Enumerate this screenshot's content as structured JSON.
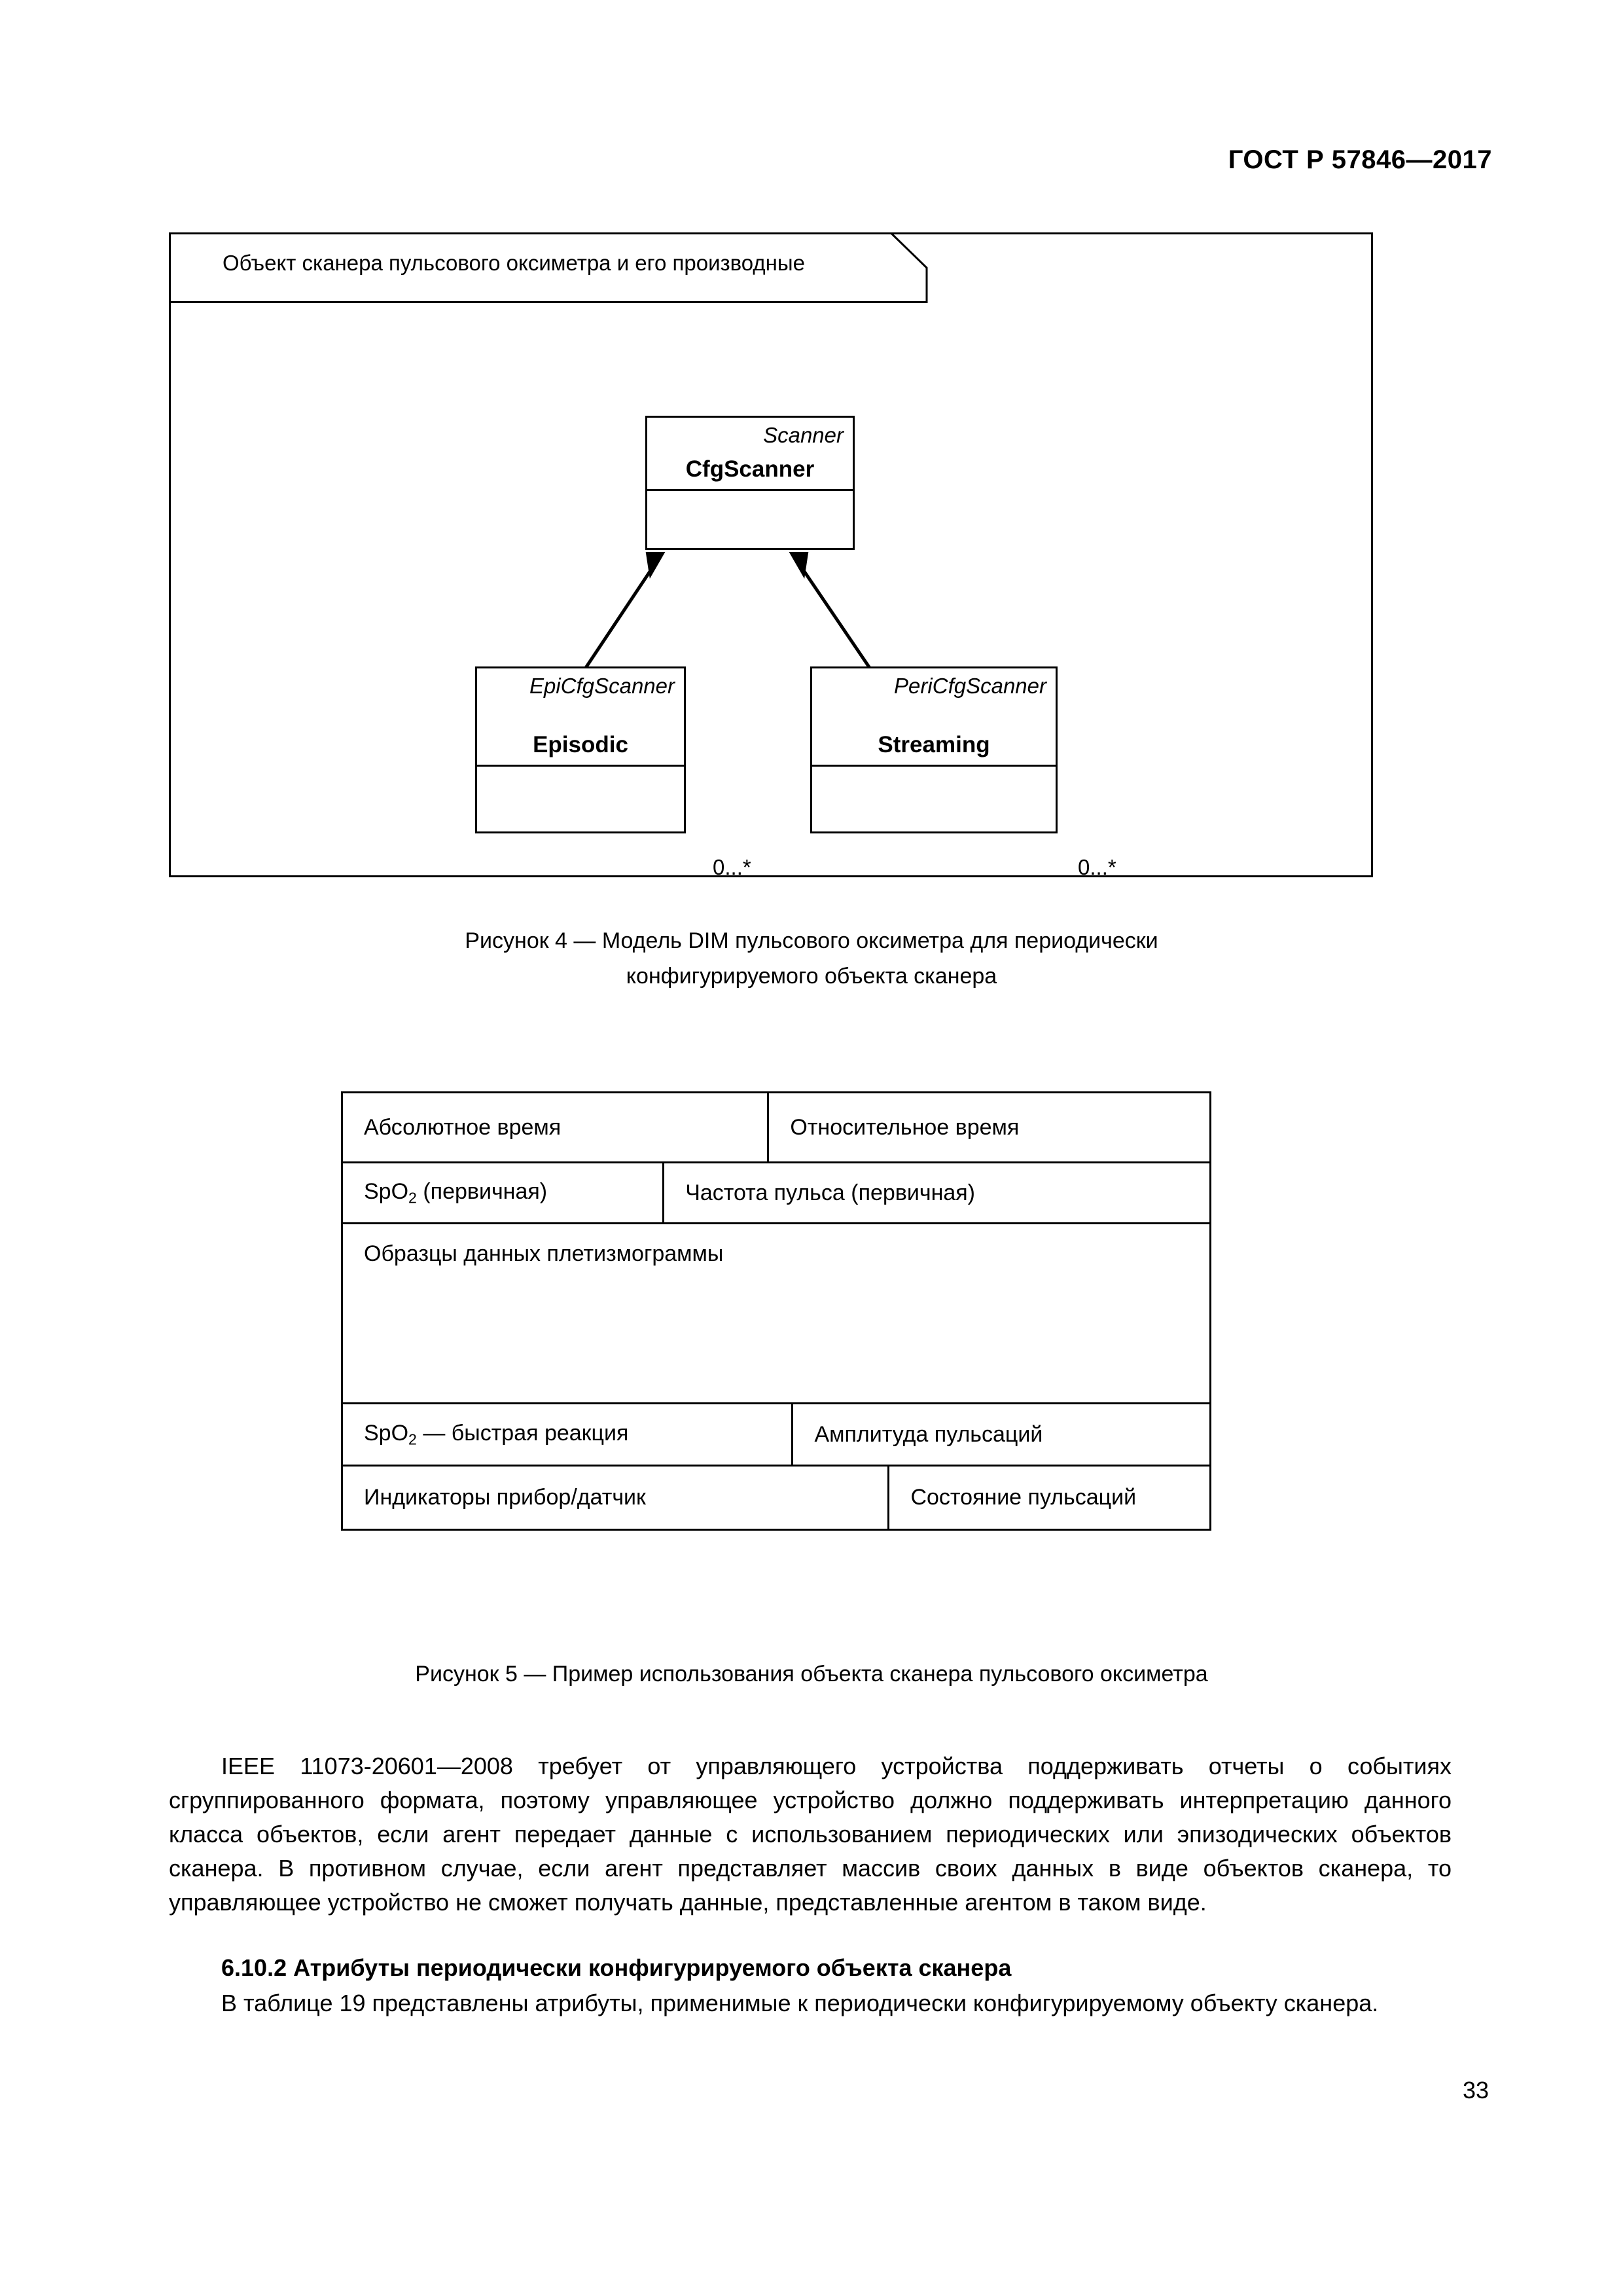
{
  "header": {
    "standard_number": "ГОСТ Р 57846—2017"
  },
  "figure4": {
    "package_label": "Объект сканера пульсового оксиметра и его производные",
    "classes": [
      {
        "stereotype": "Scanner",
        "name": "CfgScanner"
      },
      {
        "stereotype": "EpiCfgScanner",
        "name": "Episodic"
      },
      {
        "stereotype": "PeriCfgScanner",
        "name": "Streaming"
      }
    ],
    "multiplicity_left": "0...*",
    "multiplicity_right": "0...*",
    "caption_line1": "Рисунок 4 — Модель DIM пульсового оксиметра для периодически",
    "caption_line2": "конфигурируемого объекта сканера"
  },
  "figure5": {
    "rows": [
      {
        "cells": [
          "Абсолютное время",
          "Относительное время"
        ]
      },
      {
        "cells": [
          "SpO2 (первичная)",
          "Частота пульса (первичная)"
        ]
      },
      {
        "cells": [
          "Образцы данных плетизмограммы"
        ]
      },
      {
        "cells": [
          "SpO2 — быстрая реакция",
          "Амплитуда пульсаций"
        ]
      },
      {
        "cells": [
          "Индикаторы прибор/датчик",
          "Состояние пульсаций"
        ]
      }
    ],
    "caption": "Рисунок 5 — Пример использования объекта сканера пульсового оксиметра"
  },
  "body": {
    "paragraph_1": "IEEE 11073-20601—2008 требует от управляющего устройства поддерживать отчеты о событиях сгруппированного формата, поэтому управляющее устройство должно поддерживать интерпретацию данного класса объектов, если агент передает данные с использованием периодических или эпизодических объектов сканера. В противном случае, если агент представляет массив своих данных в виде объектов сканера, то управляющее устройство не сможет получать данные, представленные агентом в таком виде.",
    "heading_6_10_2": "6.10.2 Атрибуты периодически конфигурируемого объекта сканера",
    "paragraph_2": "В таблице 19 представлены атрибуты, применимые к периодически конфигурируемому объекту сканера."
  },
  "footer": {
    "page_number": "33"
  }
}
